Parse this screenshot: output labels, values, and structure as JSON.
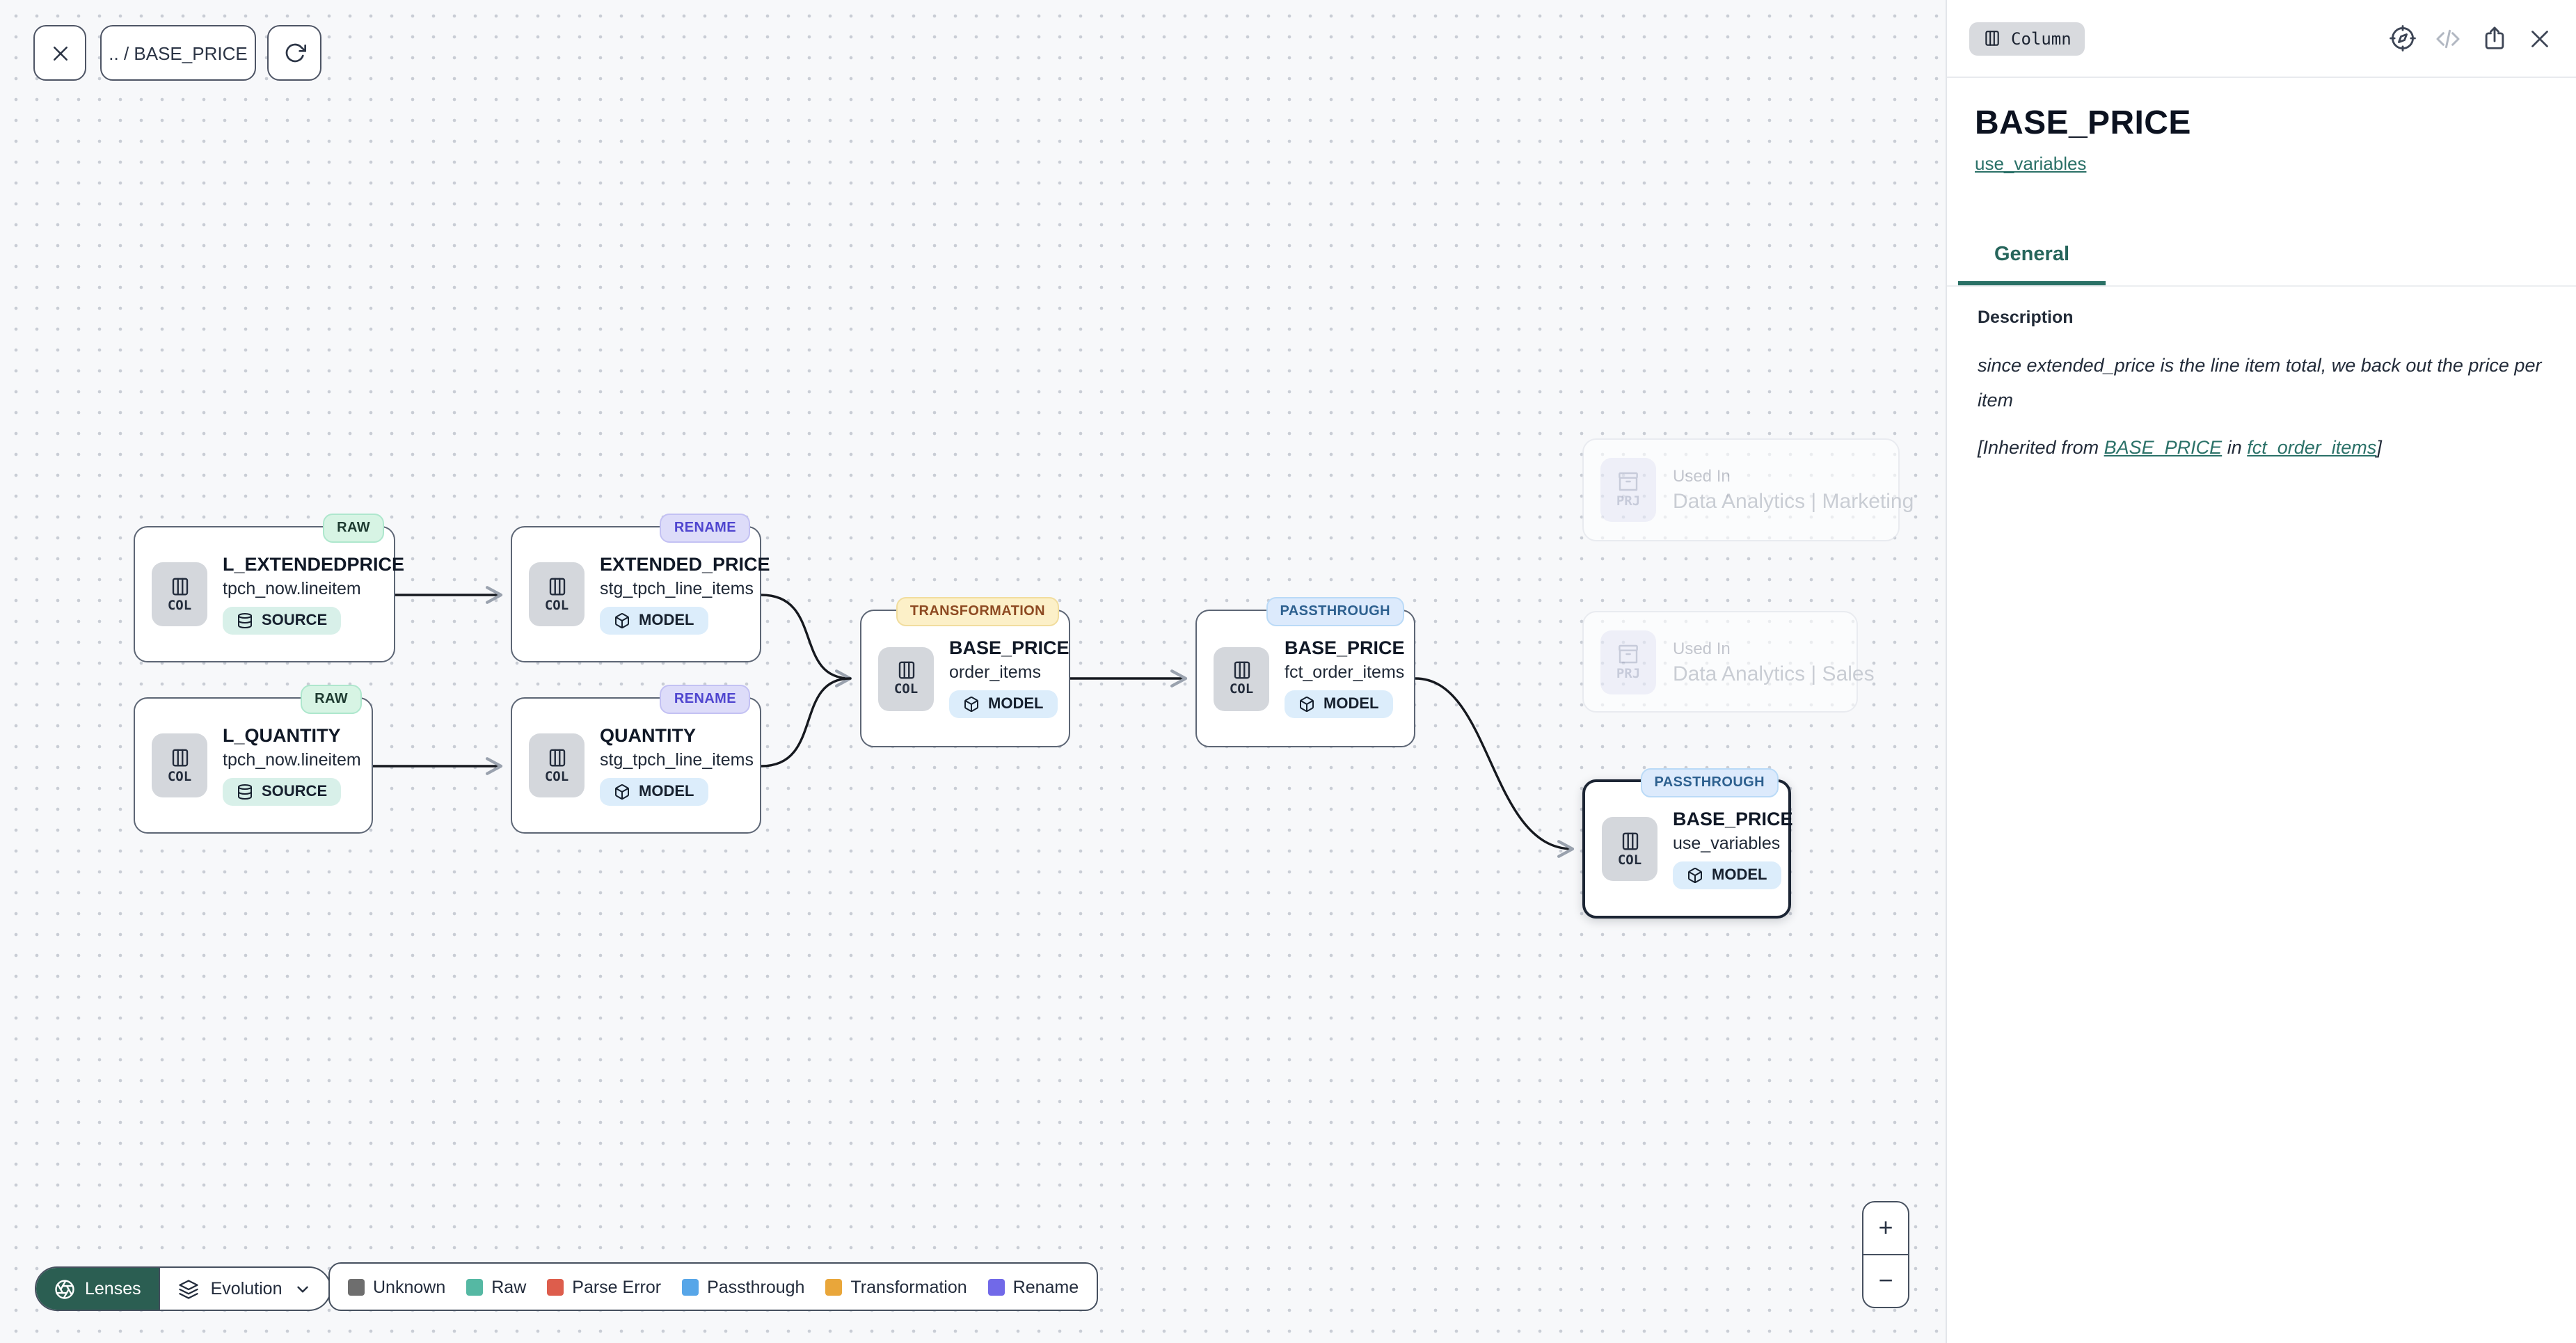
{
  "toolbar": {
    "breadcrumb": ".. / BASE_PRICE"
  },
  "canvas": {
    "nodes": [
      {
        "badge": "RAW",
        "title": "L_EXTENDEDPRICE",
        "subtitle": "tpch_now.lineitem",
        "type_icon": "COL",
        "chip": "SOURCE"
      },
      {
        "badge": "RENAME",
        "title": "EXTENDED_PRICE",
        "subtitle": "stg_tpch_line_items",
        "type_icon": "COL",
        "chip": "MODEL"
      },
      {
        "badge": "RAW",
        "title": "L_QUANTITY",
        "subtitle": "tpch_now.lineitem",
        "type_icon": "COL",
        "chip": "SOURCE"
      },
      {
        "badge": "RENAME",
        "title": "QUANTITY",
        "subtitle": "stg_tpch_line_items",
        "type_icon": "COL",
        "chip": "MODEL"
      },
      {
        "badge": "TRANSFORMATION",
        "title": "BASE_PRICE",
        "subtitle": "order_items",
        "type_icon": "COL",
        "chip": "MODEL"
      },
      {
        "badge": "PASSTHROUGH",
        "title": "BASE_PRICE",
        "subtitle": "fct_order_items",
        "type_icon": "COL",
        "chip": "MODEL"
      },
      {
        "badge": "PASSTHROUGH",
        "title": "BASE_PRICE",
        "subtitle": "use_variables",
        "type_icon": "COL",
        "chip": "MODEL",
        "selected": true
      }
    ],
    "ghost_nodes": [
      {
        "tile": "PRJ",
        "label": "Used In",
        "name": "Data Analytics | Marketing"
      },
      {
        "tile": "PRJ",
        "label": "Used In",
        "name": "Data Analytics | Sales"
      }
    ],
    "lens_bar": {
      "lenses_label": "Lenses",
      "active_lens": "Evolution"
    },
    "legend": [
      {
        "label": "Unknown",
        "color": "#6e6e6e"
      },
      {
        "label": "Raw",
        "color": "#55b8a3"
      },
      {
        "label": "Parse Error",
        "color": "#dd5d4c"
      },
      {
        "label": "Passthrough",
        "color": "#57a6e8"
      },
      {
        "label": "Transformation",
        "color": "#e9a63a"
      },
      {
        "label": "Rename",
        "color": "#7169e8"
      }
    ],
    "zoom_in": "+",
    "zoom_out": "−"
  },
  "panel": {
    "type_badge": "Column",
    "title": "BASE_PRICE",
    "model_link": "use_variables",
    "tabs": [
      {
        "label": "General",
        "active": true
      }
    ],
    "section_heading": "Description",
    "description": "since extended_price is the line item total, we back out the price per\nitem",
    "inherited": {
      "prefix": "[Inherited from ",
      "column_link": "BASE_PRICE",
      "middle": " in ",
      "model_link": "fct_order_items",
      "suffix": "]"
    }
  },
  "colors": {
    "accent_teal": "#2b7168",
    "tab_underline": "#2a7166",
    "lenses_button_bg": "#2b5e52",
    "node_border": "#5d6675",
    "selected_node_border": "#1c2534",
    "edge": "#16191f",
    "badge_raw_bg": "#d7f4e4",
    "badge_rename_bg": "#dddcf9",
    "badge_transformation_bg": "#fcf0c8",
    "badge_passthrough_bg": "#dceafc",
    "chip_source_bg": "#d8f0e9",
    "chip_model_bg": "#dcedfb"
  }
}
